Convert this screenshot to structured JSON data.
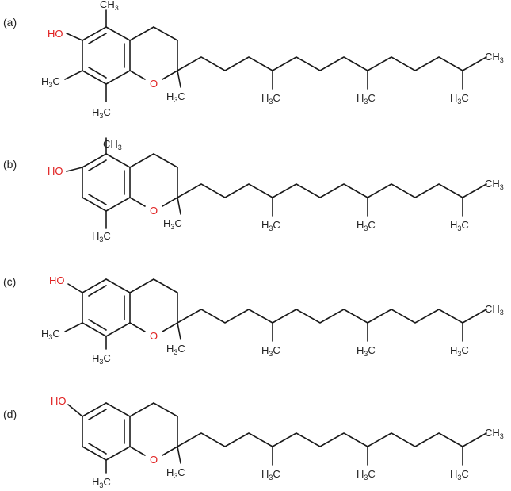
{
  "panels": [
    {
      "label": "(a)",
      "oh": "HO",
      "ring_o": "O",
      "sub_top": {
        "text": "CH",
        "sub": "3"
      },
      "sub_left": {
        "text": "H",
        "sub": "3",
        "tail": "C"
      },
      "sub_bottom": {
        "text": "H",
        "sub": "3",
        "tail": "C"
      },
      "chain": {
        "c2_methyl": {
          "text": "H",
          "sub": "3",
          "tail": "C"
        },
        "m1": {
          "text": "H",
          "sub": "3",
          "tail": "C"
        },
        "m2": {
          "text": "H",
          "sub": "3",
          "tail": "C"
        },
        "end_top": {
          "text": "CH",
          "sub": "3"
        },
        "end_bottom": {
          "text": "H",
          "sub": "3",
          "tail": "C"
        }
      }
    },
    {
      "label": "(b)",
      "oh": "HO",
      "ring_o": "O",
      "sub_top": {
        "text": "CH",
        "sub": "3"
      },
      "sub_bottom": {
        "text": "H",
        "sub": "3",
        "tail": "C"
      },
      "chain": {
        "c2_methyl": {
          "text": "H",
          "sub": "3",
          "tail": "C"
        },
        "m1": {
          "text": "H",
          "sub": "3",
          "tail": "C"
        },
        "m2": {
          "text": "H",
          "sub": "3",
          "tail": "C"
        },
        "end_top": {
          "text": "CH",
          "sub": "3"
        },
        "end_bottom": {
          "text": "H",
          "sub": "3",
          "tail": "C"
        }
      }
    },
    {
      "label": "(c)",
      "oh": "HO",
      "ring_o": "O",
      "sub_left": {
        "text": "H",
        "sub": "3",
        "tail": "C"
      },
      "sub_bottom": {
        "text": "H",
        "sub": "3",
        "tail": "C"
      },
      "chain": {
        "c2_methyl": {
          "text": "H",
          "sub": "3",
          "tail": "C"
        },
        "m1": {
          "text": "H",
          "sub": "3",
          "tail": "C"
        },
        "m2": {
          "text": "H",
          "sub": "3",
          "tail": "C"
        },
        "end_top": {
          "text": "CH",
          "sub": "3"
        },
        "end_bottom": {
          "text": "H",
          "sub": "3",
          "tail": "C"
        }
      }
    },
    {
      "label": "(d)",
      "oh": "HO",
      "ring_o": "O",
      "sub_bottom": {
        "text": "H",
        "sub": "3",
        "tail": "C"
      },
      "chain": {
        "c2_methyl": {
          "text": "H",
          "sub": "3",
          "tail": "C"
        },
        "m1": {
          "text": "H",
          "sub": "3",
          "tail": "C"
        },
        "m2": {
          "text": "H",
          "sub": "3",
          "tail": "C"
        },
        "end_top": {
          "text": "CH",
          "sub": "3"
        },
        "end_bottom": {
          "text": "H",
          "sub": "3",
          "tail": "C"
        }
      }
    }
  ]
}
